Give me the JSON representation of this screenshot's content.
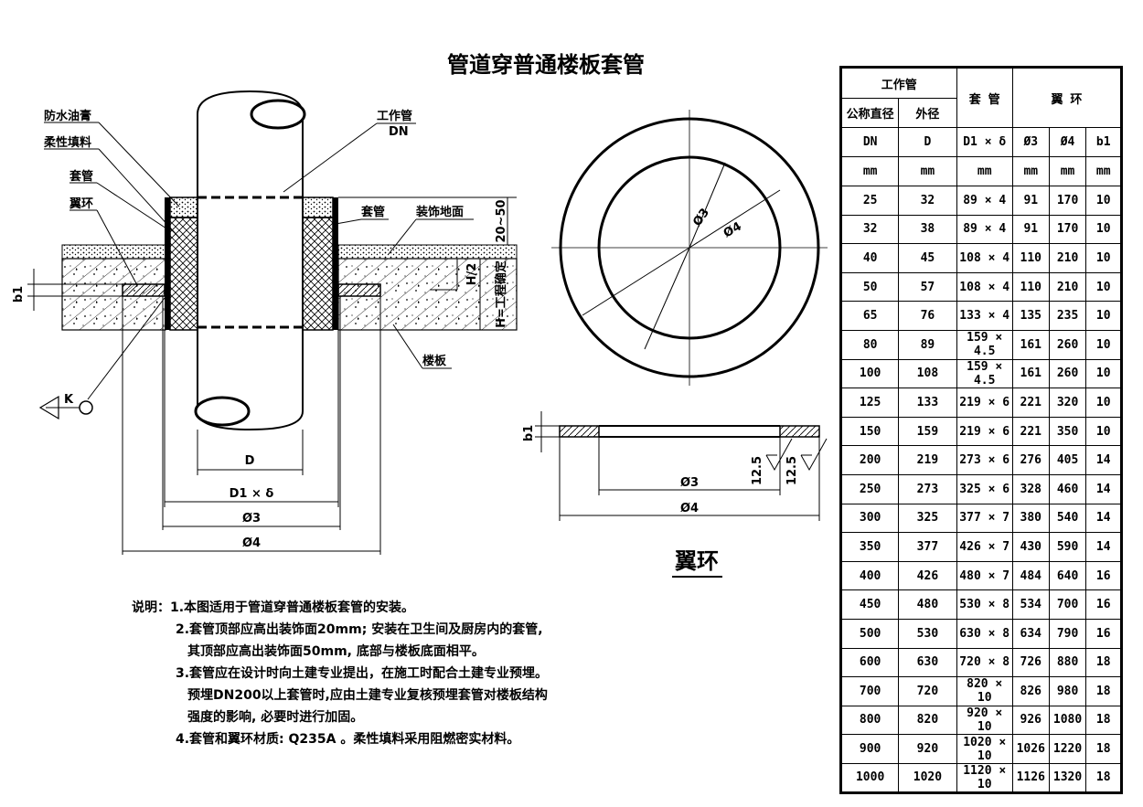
{
  "title": "管道穿普通楼板套管",
  "section_view": {
    "labels": {
      "waterproof_paste": "防水油膏",
      "flexible_filler": "柔性填料",
      "sleeve_left": "套管",
      "wing_ring_left": "翼环",
      "work_pipe": "工作管",
      "work_pipe_dn": "DN",
      "sleeve_right": "套管",
      "decor_floor": "装饰地面",
      "floor_slab": "楼板",
      "k_mark": "K"
    },
    "dims": {
      "top_gap": "20~50",
      "half_h": "H/2",
      "h_note": "H=工程确定",
      "b1": "b1",
      "d": "D",
      "d1_delta": "D1 × δ",
      "phi3": "Ø3",
      "phi4": "Ø4"
    }
  },
  "ring_view": {
    "title": "翼环",
    "labels": {
      "phi3": "Ø3",
      "phi4": "Ø4",
      "b1": "b1",
      "rough1": "12.5",
      "rough2": "12.5"
    }
  },
  "notes": {
    "prefix": "说明：",
    "items": [
      "1.本图适用于管道穿普通楼板套管的安装。",
      "2.套管顶部应高出装饰面20mm; 安装在卫生间及厨房内的套管,",
      "其顶部应高出装饰面50mm, 底部与楼板底面相平。",
      "3.套管应在设计时向土建专业提出，在施工时配合土建专业预埋。",
      "预埋DN200以上套管时,应由土建专业复核预埋套管对楼板结构",
      "强度的影响, 必要时进行加固。",
      "4.套管和翼环材质: Q235A 。柔性填料采用阻燃密实材料。"
    ]
  },
  "table": {
    "header": {
      "work_pipe": "工作管",
      "sleeve": "套 管",
      "wing_ring": "翼     环",
      "nominal_dia": "公称直径",
      "outer_dia": "外径",
      "sym": [
        "DN",
        "D",
        "D1 × δ",
        "Ø3",
        "Ø4",
        "b1"
      ],
      "units": [
        "mm",
        "mm",
        "mm",
        "mm",
        "mm",
        "mm"
      ]
    },
    "rows": [
      [
        "25",
        "32",
        "89 × 4",
        "91",
        "170",
        "10"
      ],
      [
        "32",
        "38",
        "89 × 4",
        "91",
        "170",
        "10"
      ],
      [
        "40",
        "45",
        "108 × 4",
        "110",
        "210",
        "10"
      ],
      [
        "50",
        "57",
        "108 × 4",
        "110",
        "210",
        "10"
      ],
      [
        "65",
        "76",
        "133 × 4",
        "135",
        "235",
        "10"
      ],
      [
        "80",
        "89",
        "159 × 4.5",
        "161",
        "260",
        "10"
      ],
      [
        "100",
        "108",
        "159 × 4.5",
        "161",
        "260",
        "10"
      ],
      [
        "125",
        "133",
        "219 × 6",
        "221",
        "320",
        "10"
      ],
      [
        "150",
        "159",
        "219 × 6",
        "221",
        "350",
        "10"
      ],
      [
        "200",
        "219",
        "273 × 6",
        "276",
        "405",
        "14"
      ],
      [
        "250",
        "273",
        "325 × 6",
        "328",
        "460",
        "14"
      ],
      [
        "300",
        "325",
        "377 × 7",
        "380",
        "540",
        "14"
      ],
      [
        "350",
        "377",
        "426 × 7",
        "430",
        "590",
        "14"
      ],
      [
        "400",
        "426",
        "480 × 7",
        "484",
        "640",
        "16"
      ],
      [
        "450",
        "480",
        "530 × 8",
        "534",
        "700",
        "16"
      ],
      [
        "500",
        "530",
        "630 × 8",
        "634",
        "790",
        "16"
      ],
      [
        "600",
        "630",
        "720 × 8",
        "726",
        "880",
        "18"
      ],
      [
        "700",
        "720",
        "820 × 10",
        "826",
        "980",
        "18"
      ],
      [
        "800",
        "820",
        "920 × 10",
        "926",
        "1080",
        "18"
      ],
      [
        "900",
        "920",
        "1020 × 10",
        "1026",
        "1220",
        "18"
      ],
      [
        "1000",
        "1020",
        "1120 × 10",
        "1126",
        "1320",
        "18"
      ]
    ]
  }
}
